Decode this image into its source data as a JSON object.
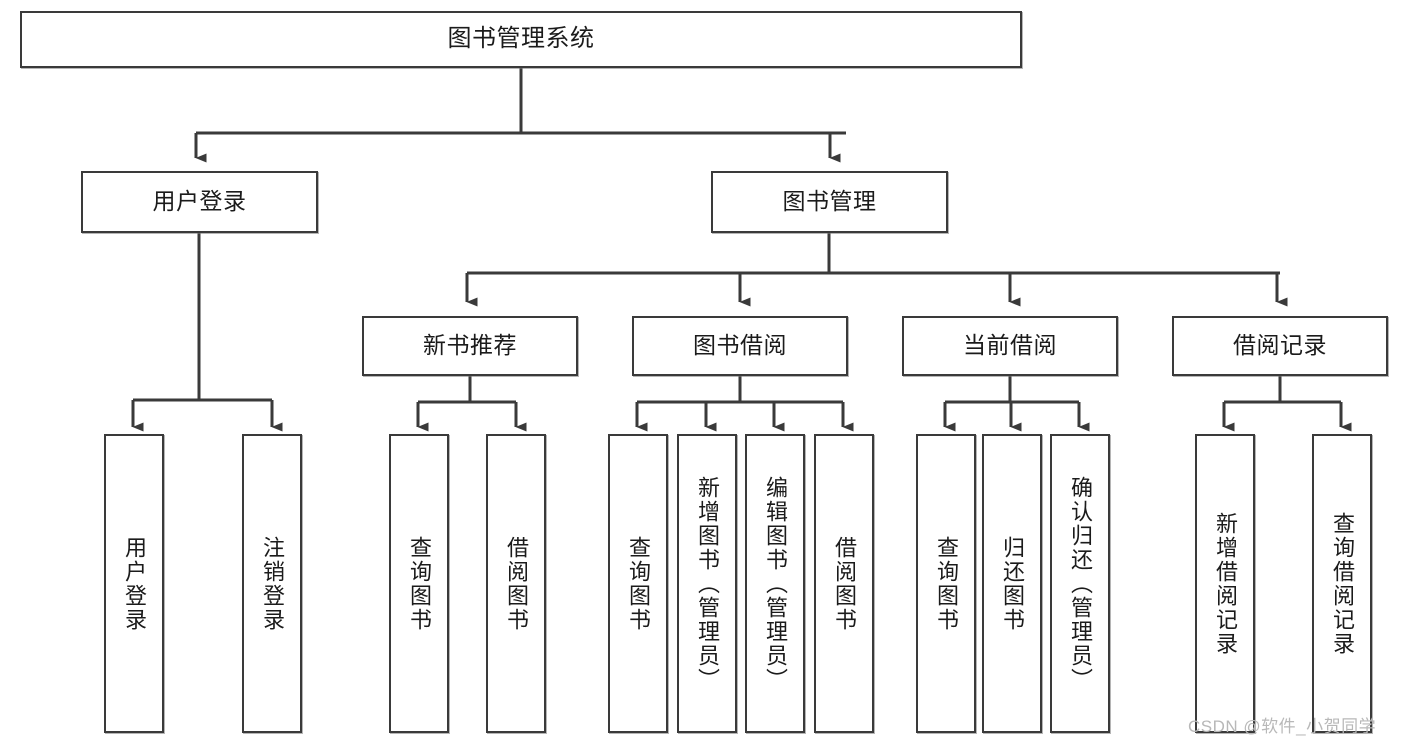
{
  "diagram": {
    "title_node": {
      "label": "图书管理系统"
    },
    "level2": [
      {
        "label": "用户登录"
      },
      {
        "label": "图书管理"
      }
    ],
    "level3": [
      {
        "label": "新书推荐"
      },
      {
        "label": "图书借阅"
      },
      {
        "label": "当前借阅"
      },
      {
        "label": "借阅记录"
      }
    ],
    "leaves": {
      "user_login": [
        {
          "label": "用户登录"
        },
        {
          "label": "注销登录"
        }
      ],
      "new_book_recommend": [
        {
          "label": "查询图书"
        },
        {
          "label": "借阅图书"
        }
      ],
      "book_borrow": [
        {
          "label": "查询图书"
        },
        {
          "label": "新增图书（管理员）"
        },
        {
          "label": "编辑图书（管理员）"
        },
        {
          "label": "借阅图书"
        }
      ],
      "current_borrow": [
        {
          "label": "查询图书"
        },
        {
          "label": "归还图书"
        },
        {
          "label": "确认归还（管理员）"
        }
      ],
      "borrow_record": [
        {
          "label": "新增借阅记录"
        },
        {
          "label": "查询借阅记录"
        }
      ]
    },
    "watermark": "CSDN @软件_小贺同学",
    "colors": {
      "border": "#3a3a3a",
      "text": "#1b1b1b",
      "background": "#ffffff",
      "watermark": "#b8b8b8"
    }
  }
}
